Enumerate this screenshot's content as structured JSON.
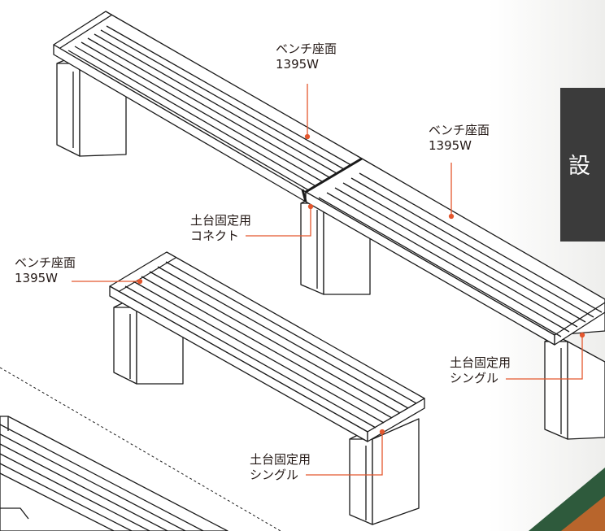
{
  "colors": {
    "line": "#1a1a1a",
    "leader": "#e4572e",
    "tab_bg": "#3b3b3b",
    "floor_green": "#2e5a3c",
    "floor_brown": "#b8652c"
  },
  "labels": {
    "seat_top": {
      "line1": "ベンチ座面",
      "line2": "1395W"
    },
    "seat_right": {
      "line1": "ベンチ座面",
      "line2": "1395W"
    },
    "seat_left": {
      "line1": "ベンチ座面",
      "line2": "1395W"
    },
    "base_connect": {
      "line1": "土台固定用",
      "line2": "コネクト"
    },
    "base_single_right": {
      "line1": "土台固定用",
      "line2": "シングル"
    },
    "base_single_front": {
      "line1": "土台固定用",
      "line2": "シングル"
    }
  },
  "side_tab": {
    "text": "設"
  }
}
